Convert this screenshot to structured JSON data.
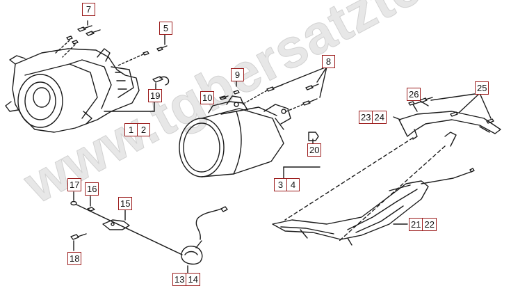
{
  "watermark": "www.tgbersatzteile.de",
  "callouts": {
    "c7": "7",
    "c5": "5",
    "c8": "8",
    "c9": "9",
    "c10": "10",
    "c19": "19",
    "c1": "1",
    "c2": "2",
    "c20": "20",
    "c3": "3",
    "c4": "4",
    "c26": "26",
    "c25": "25",
    "c23": "23",
    "c24": "24",
    "c17": "17",
    "c16": "16",
    "c15": "15",
    "c18": "18",
    "c13": "13",
    "c14": "14",
    "c21": "21",
    "c22": "22"
  },
  "colors": {
    "callout_border": "#9b1b1b",
    "line_art": "#1a1a1a",
    "watermark": "#e7e7e7"
  }
}
